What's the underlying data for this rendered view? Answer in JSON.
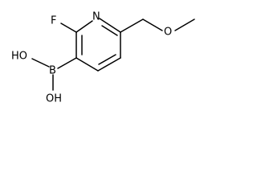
{
  "structure": {
    "atoms": {
      "fluorine": "F",
      "ring_nitrogen": "N",
      "ether_oxygen": "O",
      "boron": "B",
      "hydroxyl_upper": "HO",
      "hydroxyl_lower": "OH"
    }
  }
}
